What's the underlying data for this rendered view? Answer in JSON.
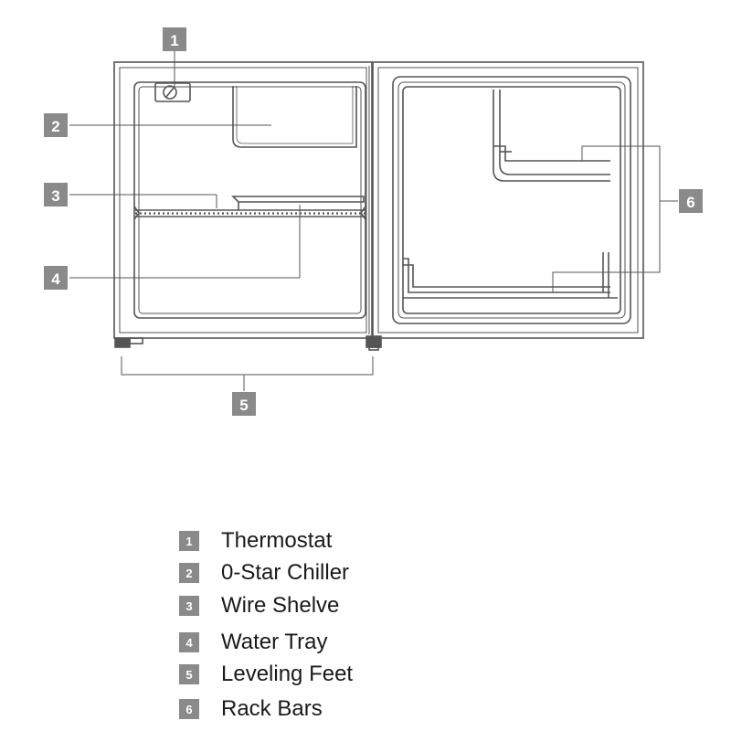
{
  "callouts": [
    {
      "number": "1",
      "label": "Thermostat"
    },
    {
      "number": "2",
      "label": "0-Star Chiller"
    },
    {
      "number": "3",
      "label": "Wire Shelve"
    },
    {
      "number": "4",
      "label": "Water Tray"
    },
    {
      "number": "5",
      "label": "Leveling Feet"
    },
    {
      "number": "6",
      "label": "Rack Bars"
    }
  ],
  "colors": {
    "line": "#555555",
    "badge": "#8a8a8a",
    "badge_text": "#ffffff",
    "label_text": "#1a1a1a"
  }
}
